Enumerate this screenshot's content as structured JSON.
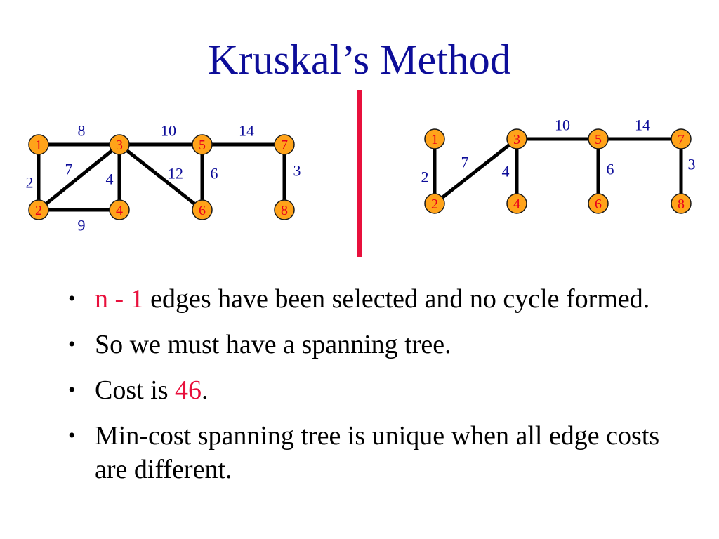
{
  "title": "Kruskal’s Method",
  "colors": {
    "title": "#0d0d99",
    "label": "#0d0d99",
    "node_fill": "#ffa31a",
    "node_stroke": "#1a1a1a",
    "node_text": "#e8001c",
    "edge": "#000000",
    "divider": "#e8103c",
    "highlight": "#e8103c"
  },
  "original_graph": {
    "nodes": [
      "1",
      "2",
      "3",
      "4",
      "5",
      "6",
      "7",
      "8"
    ],
    "edges": [
      {
        "from": "1",
        "to": "3",
        "cost": "8"
      },
      {
        "from": "3",
        "to": "5",
        "cost": "10"
      },
      {
        "from": "5",
        "to": "7",
        "cost": "14"
      },
      {
        "from": "1",
        "to": "2",
        "cost": "2"
      },
      {
        "from": "2",
        "to": "3",
        "cost": "7"
      },
      {
        "from": "3",
        "to": "4",
        "cost": "4"
      },
      {
        "from": "3",
        "to": "6",
        "cost": "12"
      },
      {
        "from": "5",
        "to": "6",
        "cost": "6"
      },
      {
        "from": "7",
        "to": "8",
        "cost": "3"
      },
      {
        "from": "2",
        "to": "4",
        "cost": "9"
      }
    ]
  },
  "spanning_tree": {
    "nodes": [
      "1",
      "2",
      "3",
      "4",
      "5",
      "6",
      "7",
      "8"
    ],
    "edges": [
      {
        "from": "3",
        "to": "5",
        "cost": "10"
      },
      {
        "from": "5",
        "to": "7",
        "cost": "14"
      },
      {
        "from": "1",
        "to": "2",
        "cost": "2"
      },
      {
        "from": "2",
        "to": "3",
        "cost": "7"
      },
      {
        "from": "3",
        "to": "4",
        "cost": "4"
      },
      {
        "from": "5",
        "to": "6",
        "cost": "6"
      },
      {
        "from": "7",
        "to": "8",
        "cost": "3"
      }
    ]
  },
  "bullets": [
    {
      "highlight": "n - 1",
      "text": " edges have been selected and no cycle formed."
    },
    {
      "text": "So we must have a spanning tree."
    },
    {
      "text": "Cost is ",
      "highlight": "46",
      "suffix": "."
    },
    {
      "text": "Min-cost spanning tree is unique when all edge costs are different."
    }
  ]
}
